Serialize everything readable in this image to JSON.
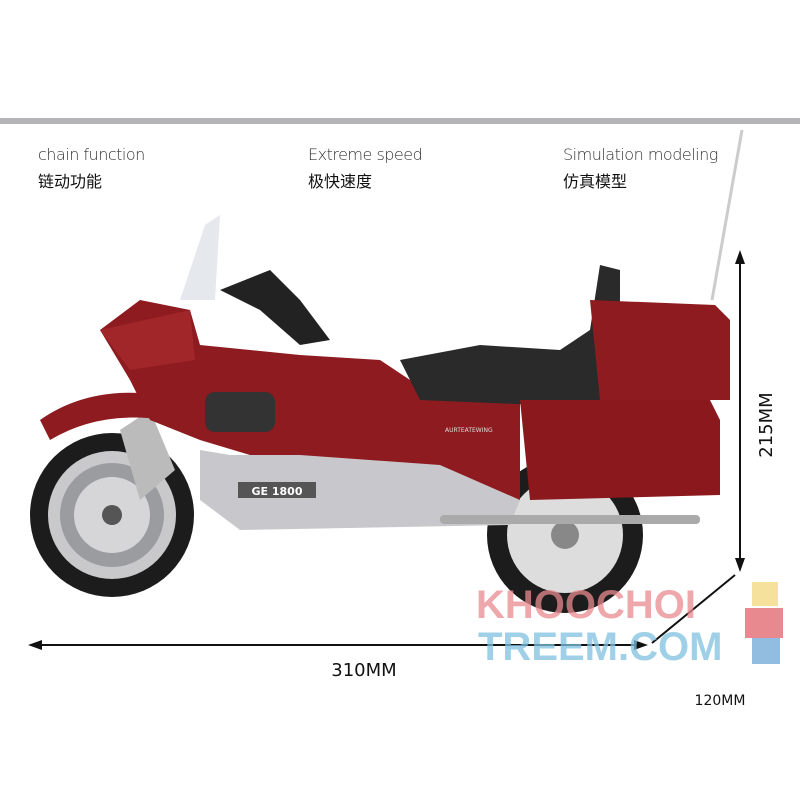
{
  "features": [
    {
      "en": "chain function",
      "zh": "链动功能"
    },
    {
      "en": "Extreme speed",
      "zh": "极快速度"
    },
    {
      "en": "Simulation modeling",
      "zh": "仿真模型"
    }
  ],
  "dimensions": {
    "length": "310MM",
    "height": "215MM",
    "width": "120MM"
  },
  "model_labels": {
    "engine": "GE 1800",
    "side": "AURTEATEWING"
  },
  "watermark": {
    "line1": "KHOOCHOI",
    "line2": "TREEM.COM"
  },
  "colors": {
    "body": "#8e1b1f",
    "topbar": "#b4b4b8"
  }
}
